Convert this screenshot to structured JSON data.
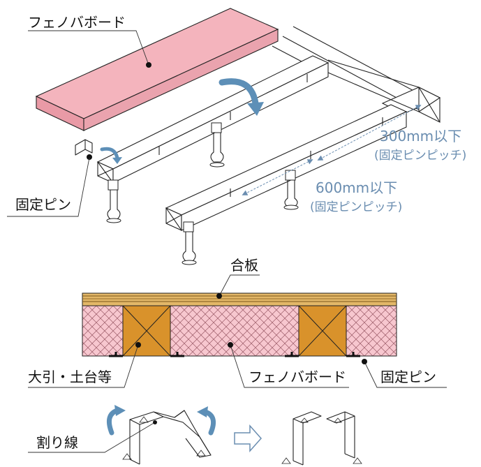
{
  "labels": {
    "phenol_board_top": "フェノバボード",
    "fixing_pin_top": "固定ピン",
    "pitch_300": "300mm以下",
    "pitch_300_note": "(固定ピンピッチ)",
    "pitch_600": "600mm以下",
    "pitch_600_note": "(固定ピンピッチ)",
    "plywood": "合板",
    "sleeper": "大引・土台等",
    "phenol_board_section": "フェノバボード",
    "fixing_pin_section": "固定ピン",
    "split_line": "割り線"
  },
  "colors": {
    "board_pink": "#f4b4bd",
    "insulation_pink": "#f7c7cf",
    "wood_orange": "#d9922b",
    "plywood_tan": "#e3b768",
    "arrow_blue": "#5d8fb7",
    "dimension_blue": "#6a8db0"
  }
}
